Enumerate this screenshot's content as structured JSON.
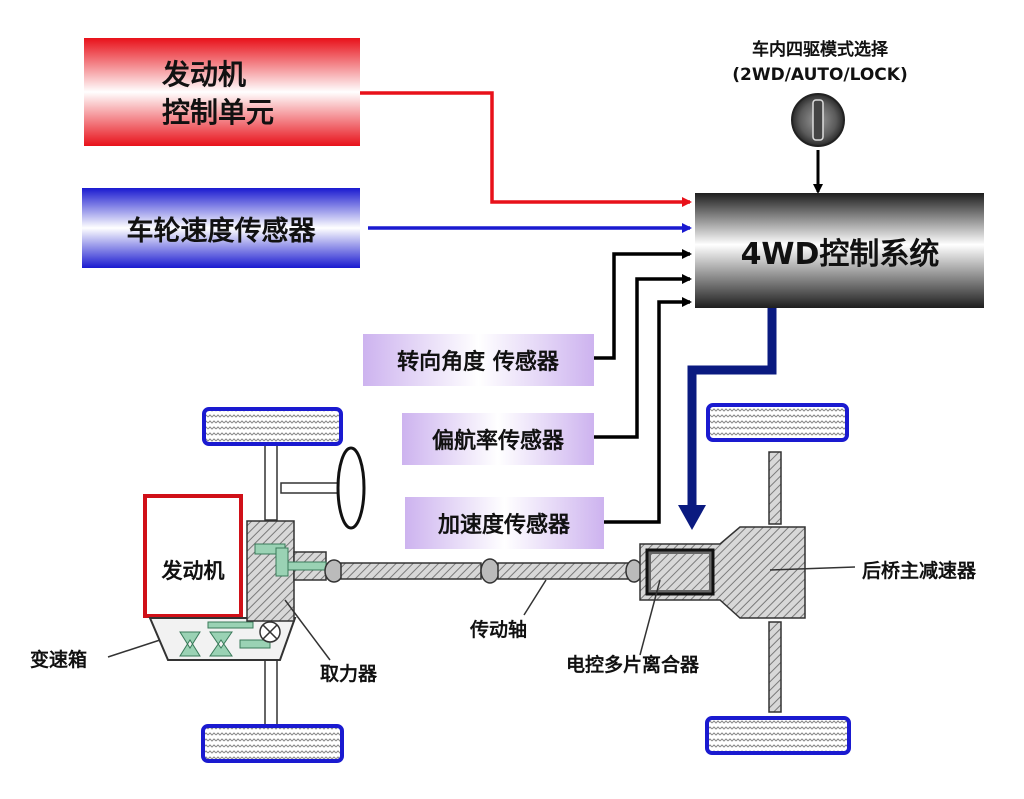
{
  "engine_ecu": {
    "line1": "发动机",
    "line2": "控制单元"
  },
  "wheel_speed_sensor": {
    "label": "车轮速度传感器"
  },
  "mode_selector": {
    "title": "车内四驱模式选择",
    "modes": "(2WD/AUTO/LOCK)"
  },
  "control_system": {
    "label": "4WD控制系统"
  },
  "sensors": {
    "steering": "转向角度 传感器",
    "yaw": "偏航率传感器",
    "accel": "加速度传感器"
  },
  "drivetrain": {
    "engine": "发动机",
    "gearbox": "变速箱",
    "pto": "取力器",
    "driveshaft": "传动轴",
    "clutch": "电控多片离合器",
    "rear_diff": "后桥主减速器"
  },
  "colors": {
    "ecu_red": "#e8111a",
    "wheel_blue": "#1a1ad0",
    "sensor_purple": "#d9c6f2",
    "dark_blue": "#0a1a80",
    "control_dark": "#2b2b2b"
  }
}
